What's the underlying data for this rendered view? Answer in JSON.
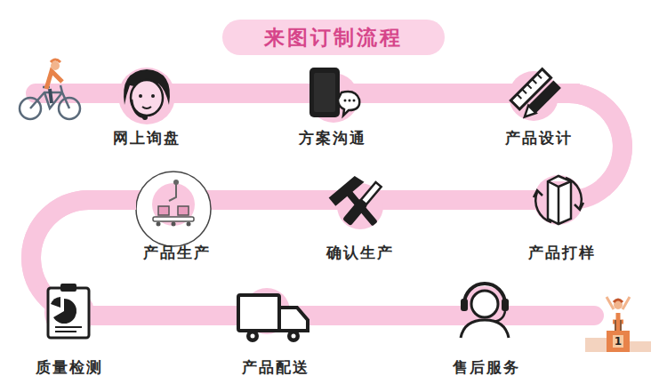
{
  "diagram": {
    "title": "来图订制流程",
    "nodes": [
      {
        "text": [
          "网上询盘"
        ]
      },
      {
        "text": [
          "方案沟通"
        ]
      },
      {
        "text": [
          "产品设计"
        ]
      },
      {
        "text": [
          "产品打样"
        ]
      },
      {
        "text": [
          "确认生产"
        ]
      },
      {
        "text": [
          "产品生产"
        ]
      },
      {
        "text": [
          "质量检测"
        ]
      },
      {
        "text": [
          "产品配送"
        ]
      },
      {
        "text": [
          "售后服务"
        ]
      }
    ],
    "edges": [
      {
        "from": 0,
        "to": 1,
        "arrow": "none"
      },
      {
        "from": 1,
        "to": 2,
        "arrow": "none"
      },
      {
        "from": 2,
        "to": 3,
        "arrow": "none"
      },
      {
        "from": 3,
        "to": 4,
        "arrow": "none"
      },
      {
        "from": 4,
        "to": 5,
        "arrow": "none"
      },
      {
        "from": 5,
        "to": 6,
        "arrow": "none"
      },
      {
        "from": 6,
        "to": 7,
        "arrow": "none"
      },
      {
        "from": 7,
        "to": 8,
        "arrow": "none"
      }
    ],
    "labels": [
      "1"
    ]
  }
}
